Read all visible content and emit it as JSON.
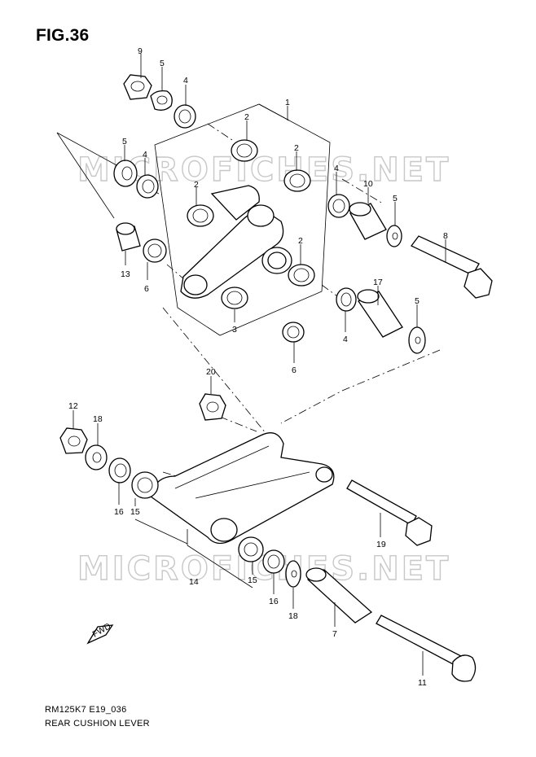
{
  "figure": {
    "title": "FIG.36",
    "code": "RM125K7 E19_036",
    "name": "REAR CUSHION LEVER",
    "watermark": "MICROFICHES.NET",
    "fwd_label": "FWD"
  },
  "callouts": [
    "1",
    "2",
    "3",
    "4",
    "5",
    "6",
    "7",
    "8",
    "9",
    "10",
    "11",
    "12",
    "13",
    "14",
    "15",
    "16",
    "17",
    "18",
    "19",
    "20"
  ]
}
